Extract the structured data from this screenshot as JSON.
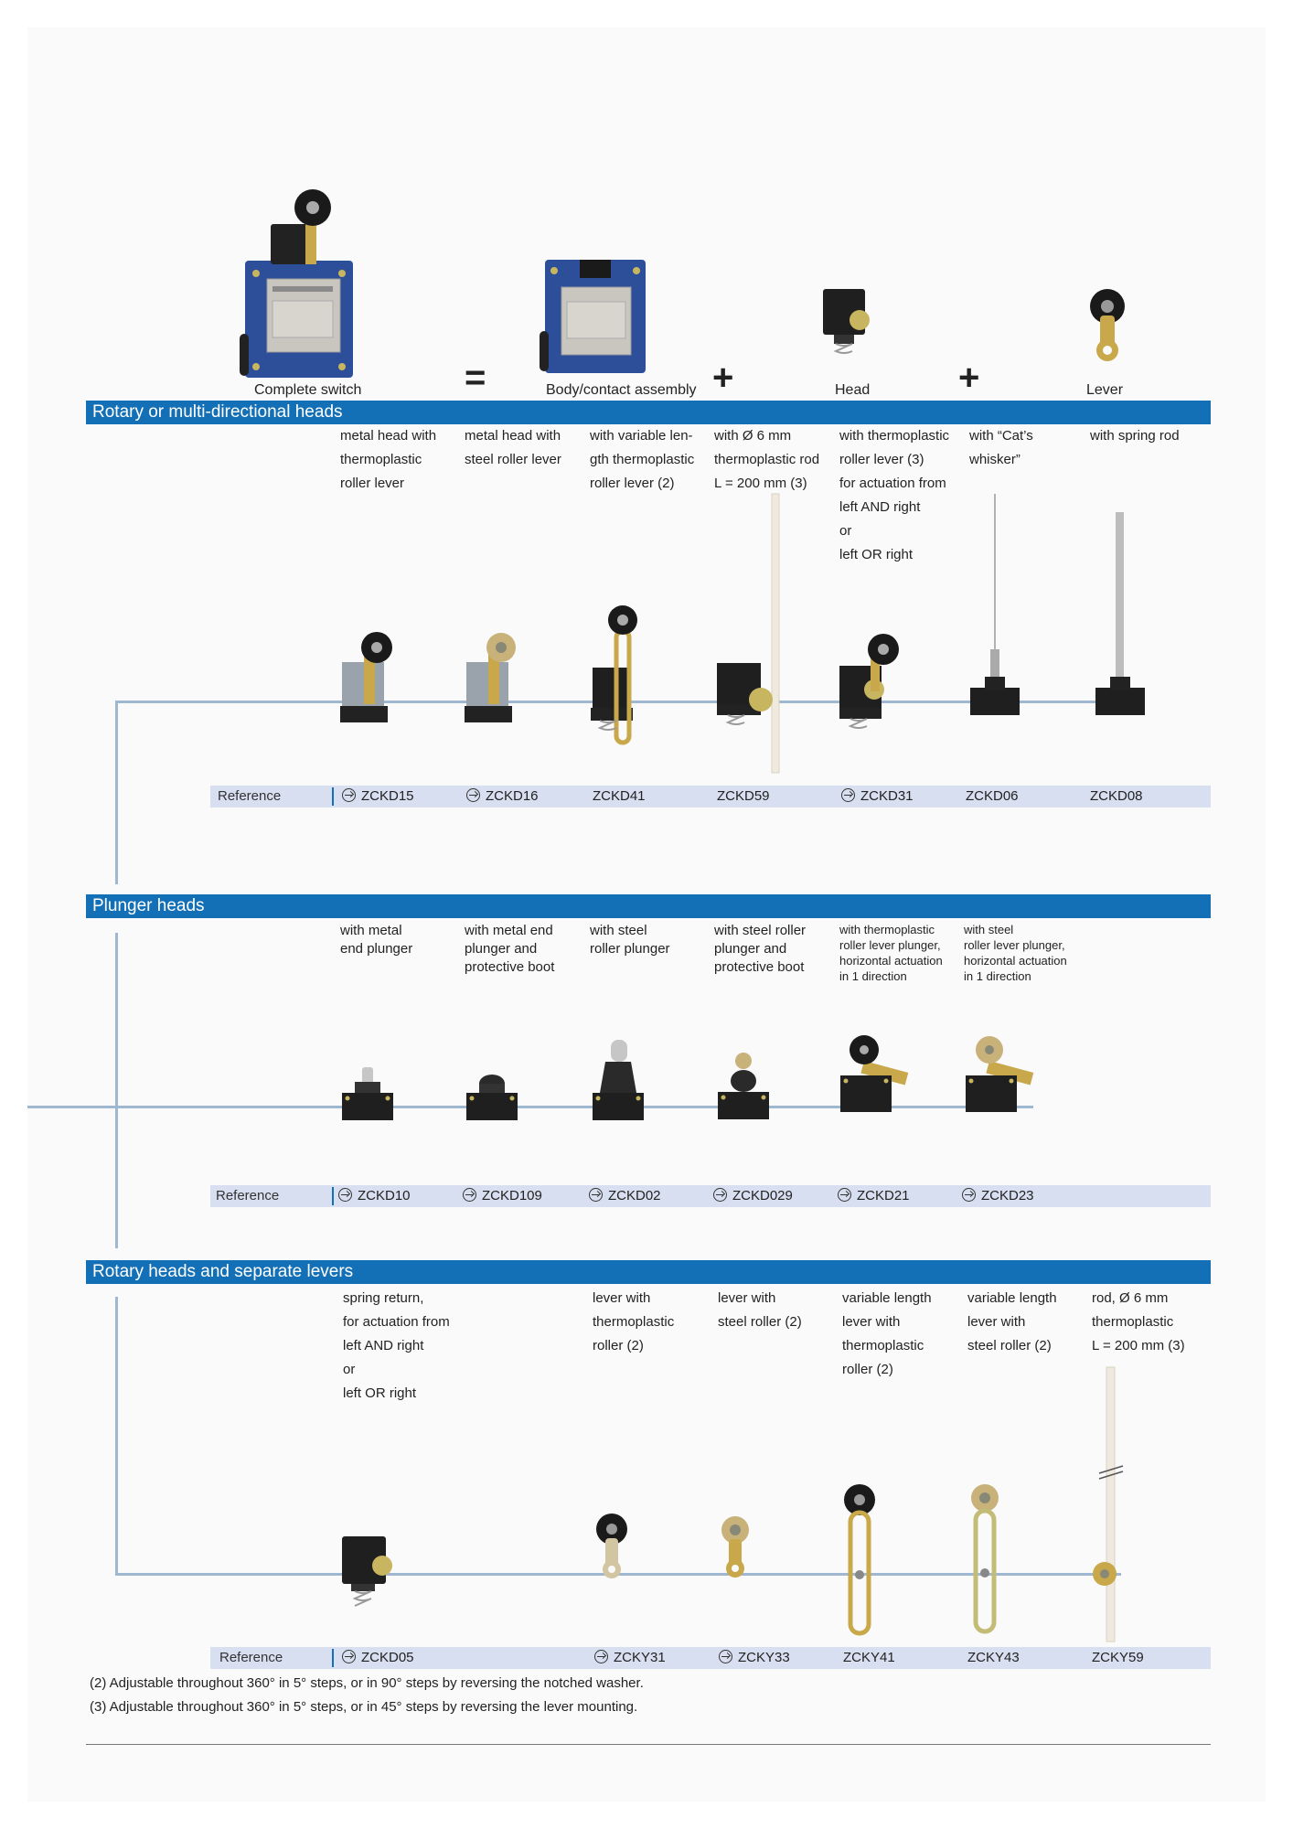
{
  "header": {
    "complete_switch": "Complete switch",
    "equals": "=",
    "body_assembly": "Body/contact assembly",
    "plus1": "+",
    "head": "Head",
    "plus2": "+",
    "lever": "Lever"
  },
  "colors": {
    "section_bar": "#1470b6",
    "ref_row": "#d8dff1",
    "connector_line": "#9fb7d1"
  },
  "section1": {
    "title": "Rotary or multi-directional heads",
    "descriptions": [
      [
        "metal head with",
        "thermoplastic",
        "roller lever"
      ],
      [
        "metal head with",
        "steel roller lever"
      ],
      [
        "with variable len-",
        "gth thermoplastic",
        "roller lever (2)"
      ],
      [
        "with Ø 6 mm",
        "thermoplastic rod",
        "L = 200 mm (3)"
      ],
      [
        "with thermoplastic",
        "roller lever (3)",
        "for actuation from",
        "left AND right",
        "or",
        "left OR right"
      ],
      [
        "with “Cat’s",
        "whisker”"
      ],
      [
        "with spring rod"
      ]
    ],
    "reference_label": "Reference",
    "references": [
      {
        "code": "ZCKD15",
        "icon": true
      },
      {
        "code": "ZCKD16",
        "icon": true
      },
      {
        "code": "ZCKD41",
        "icon": false
      },
      {
        "code": "ZCKD59",
        "icon": false
      },
      {
        "code": "ZCKD31",
        "icon": true
      },
      {
        "code": "ZCKD06",
        "icon": false
      },
      {
        "code": "ZCKD08",
        "icon": false
      }
    ]
  },
  "section2": {
    "title": "Plunger heads",
    "descriptions": [
      [
        "with metal",
        "end plunger"
      ],
      [
        "with metal end",
        "plunger and",
        "protective boot"
      ],
      [
        "with steel",
        "roller plunger"
      ],
      [
        "with steel roller",
        "plunger and",
        "protective boot"
      ],
      [
        "with thermoplastic",
        "roller lever plunger,",
        "horizontal actuation",
        "in 1 direction"
      ],
      [
        "with steel",
        "roller lever plunger,",
        "horizontal actuation",
        "in 1 direction"
      ]
    ],
    "reference_label": "Reference",
    "references": [
      {
        "code": "ZCKD10",
        "icon": true
      },
      {
        "code": "ZCKD109",
        "icon": true
      },
      {
        "code": "ZCKD02",
        "icon": true
      },
      {
        "code": "ZCKD029",
        "icon": true
      },
      {
        "code": "ZCKD21",
        "icon": true
      },
      {
        "code": "ZCKD23",
        "icon": true
      }
    ]
  },
  "section3": {
    "title": "Rotary heads and separate levers",
    "descriptions": [
      [
        "spring return,",
        "for actuation from",
        "left AND right",
        "or",
        "left OR right"
      ],
      [],
      [
        "lever with",
        "thermoplastic",
        "roller (2)"
      ],
      [
        "lever with",
        "steel roller (2)"
      ],
      [
        "variable length",
        "lever with",
        "thermoplastic",
        "roller (2)"
      ],
      [
        "variable length",
        "lever with",
        "steel roller (2)"
      ],
      [
        "rod, Ø 6 mm",
        "thermoplastic",
        "L = 200 mm (3)"
      ]
    ],
    "reference_label": "Reference",
    "references": [
      {
        "code": "ZCKD05",
        "icon": true
      },
      {
        "code": "",
        "icon": false
      },
      {
        "code": "ZCKY31",
        "icon": true
      },
      {
        "code": "ZCKY33",
        "icon": true
      },
      {
        "code": "ZCKY41",
        "icon": false
      },
      {
        "code": "ZCKY43",
        "icon": false
      },
      {
        "code": "ZCKY59",
        "icon": false
      }
    ]
  },
  "footnotes": [
    "(2) Adjustable throughout 360° in 5° steps, or in 90° steps by reversing the notched washer.",
    "(3) Adjustable throughout 360° in 5° steps, or in 45° steps by reversing the lever mounting."
  ]
}
